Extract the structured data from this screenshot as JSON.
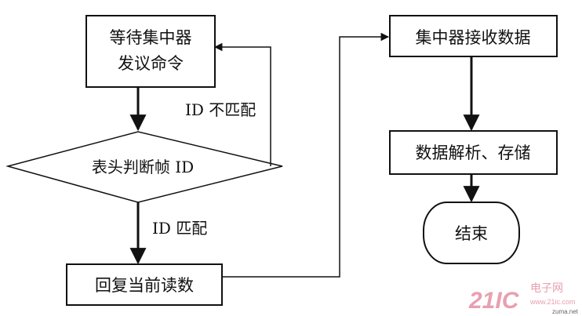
{
  "nodes": {
    "wait_command": {
      "line1": "等待集中器",
      "line2": "发议命令"
    },
    "judge_id": "表头判断帧 ID",
    "reply_reading": "回复当前读数",
    "receive_data": "集中器接收数据",
    "parse_store": "数据解析、存储",
    "end": "结束"
  },
  "edge_labels": {
    "id_mismatch": "ID 不匹配",
    "id_match": "ID 匹配"
  },
  "watermark": {
    "brand": "21IC",
    "cn": "电子网",
    "url": "www.21ic.com",
    "corner": "zuma.net"
  },
  "colors": {
    "line": "#111111",
    "watermark": "#e8a0b0"
  }
}
